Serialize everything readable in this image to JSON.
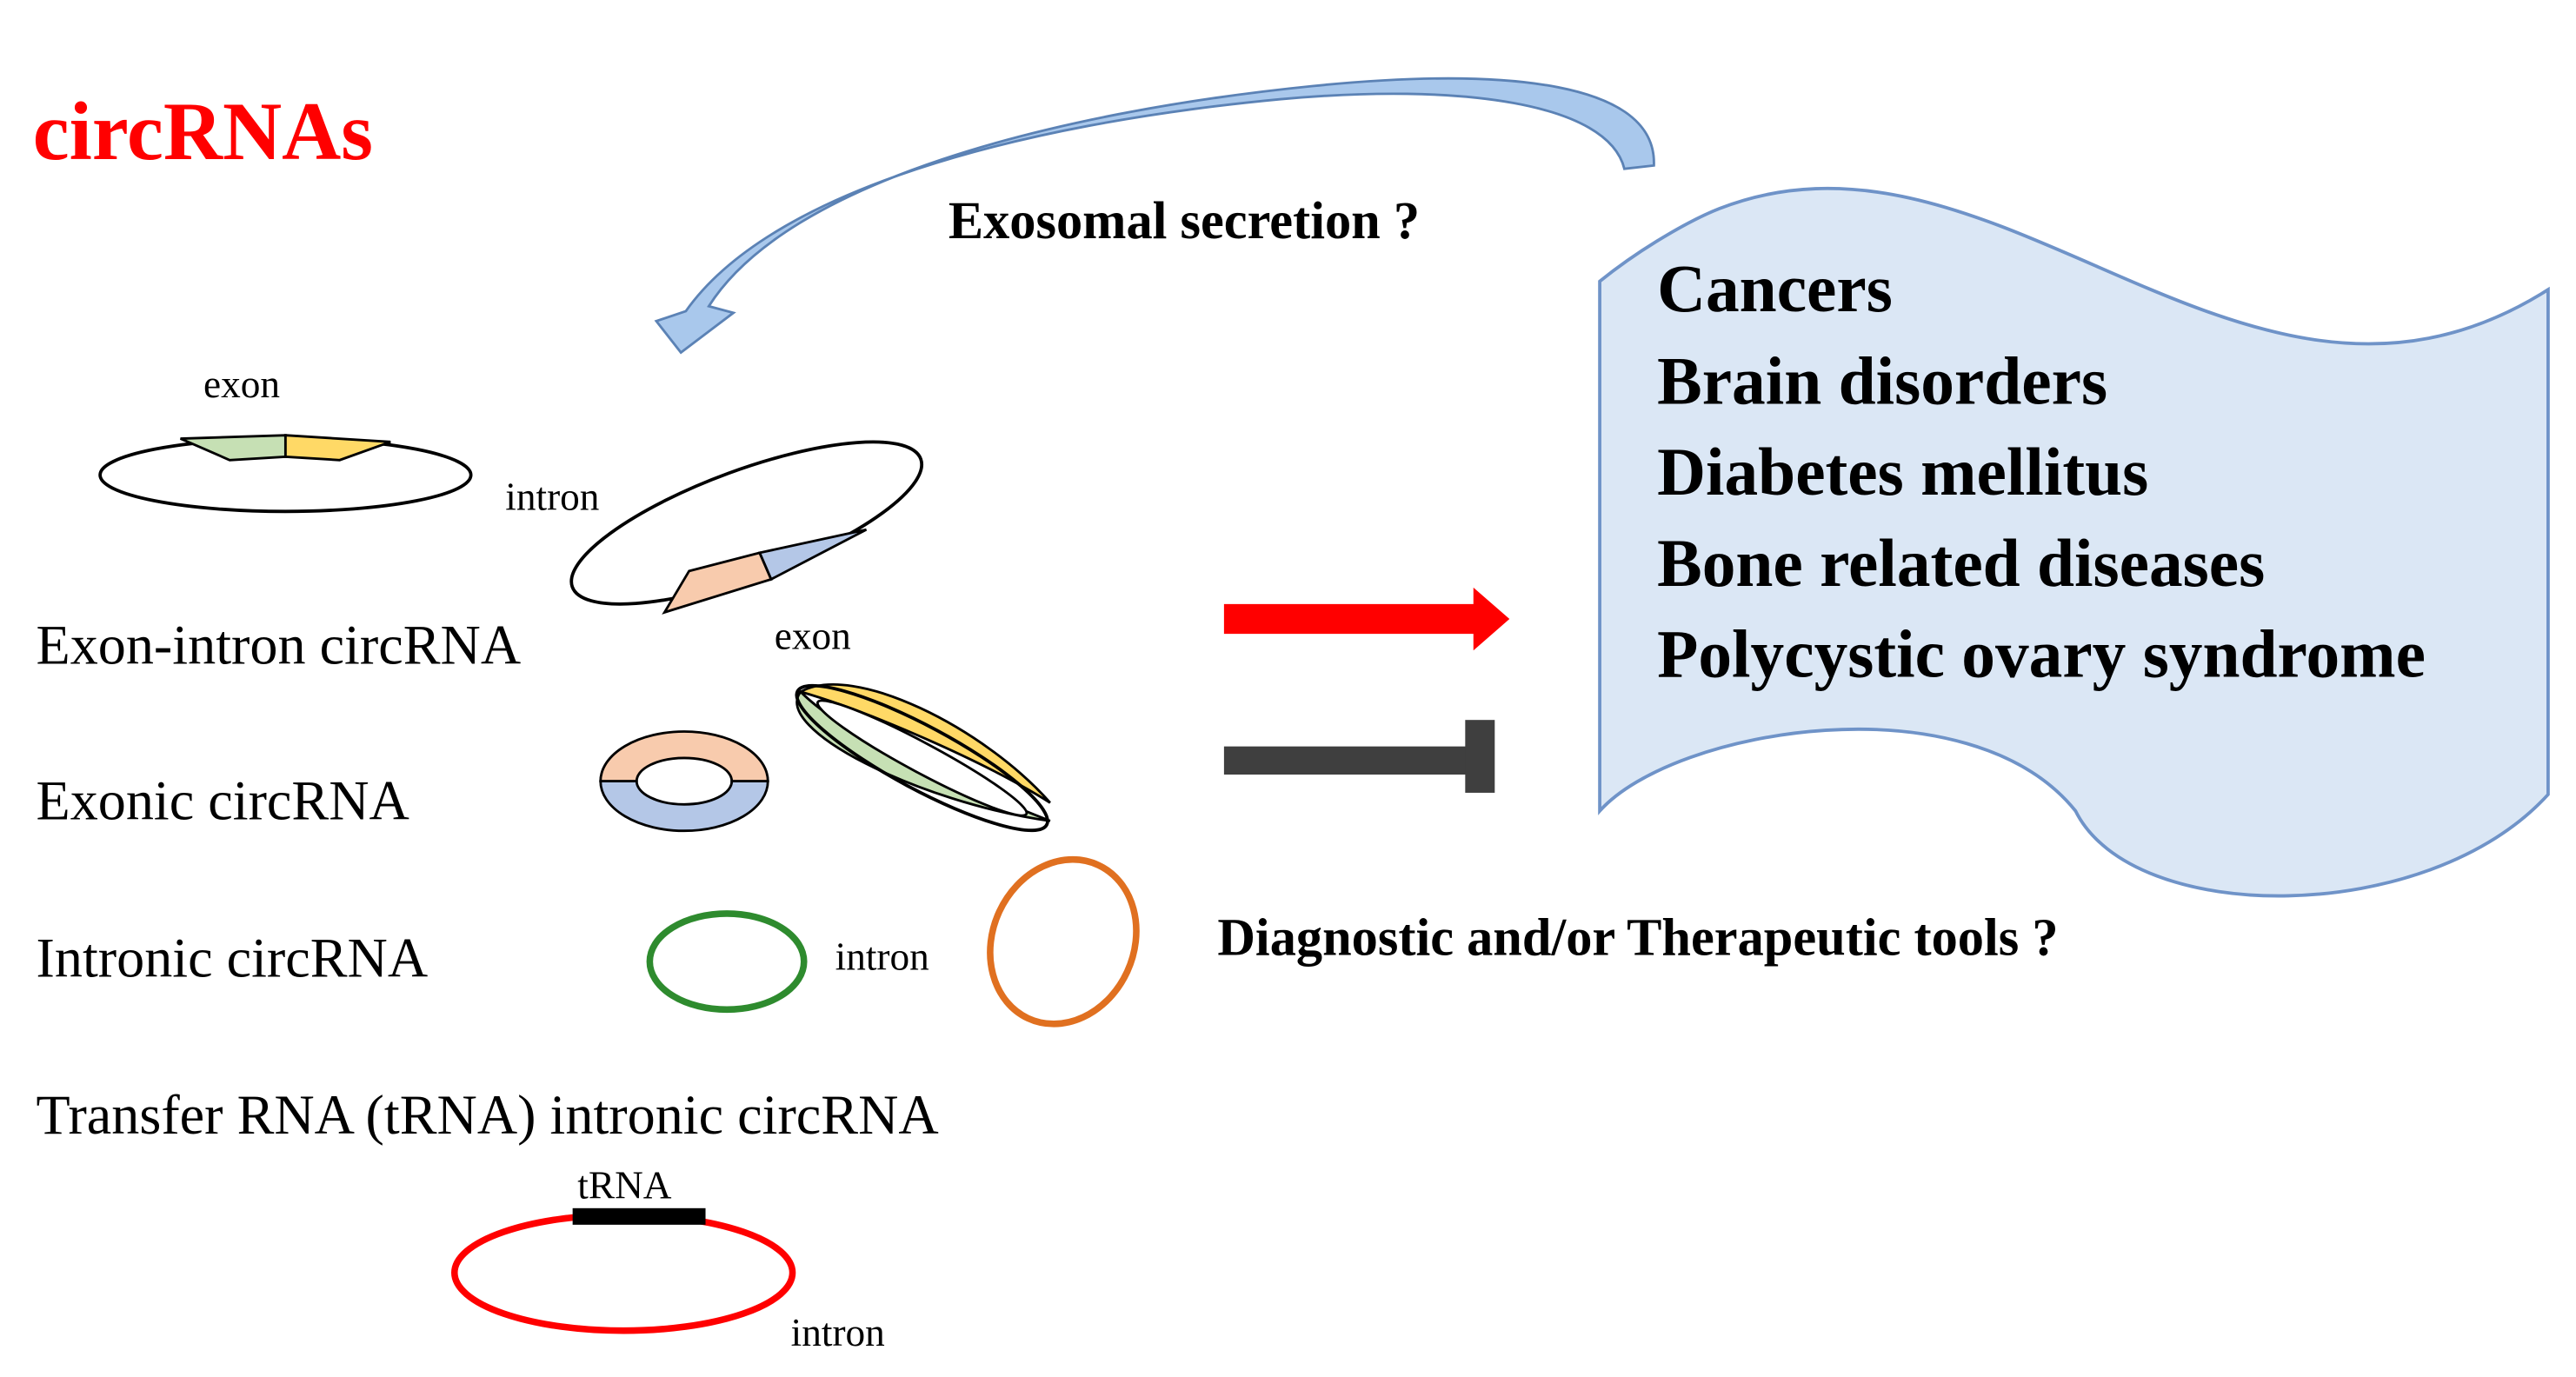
{
  "title": "circRNAs",
  "secretion_label": "Exosomal secretion ?",
  "tools_label": "Diagnostic and/or Therapeutic tools ?",
  "types": {
    "exon_intron": "Exon-intron circRNA",
    "exonic": "Exonic circRNA",
    "intronic": "Intronic circRNA",
    "trna_intronic": "Transfer RNA (tRNA) intronic circRNA"
  },
  "part_labels": {
    "exon_top": "exon",
    "intron_top": "intron",
    "exon_mid": "exon",
    "intron_mid": "intron",
    "trna": "tRNA",
    "intron_bottom": "intron"
  },
  "diseases": [
    "Cancers",
    "Brain disorders",
    "Diabetes mellitus",
    "Bone related diseases",
    "Polycystic ovary syndrome"
  ],
  "colors": {
    "title": "#ff0000",
    "promote_arrow": "#ff0000",
    "inhibit_bar": "#3f3f3f",
    "curved_arrow": "#a9c8ec",
    "disease_box_fill": "#dbe7f5",
    "disease_box_stroke": "#6f93c8",
    "exon_green": "#c6e0b4",
    "exon_yellow": "#ffd966",
    "exon_peach": "#f8cbad",
    "exon_blue": "#b4c7e7",
    "intronic_green": "#2e8b2e",
    "intronic_orange": "#e07020",
    "trna_red": "#ff0000"
  }
}
